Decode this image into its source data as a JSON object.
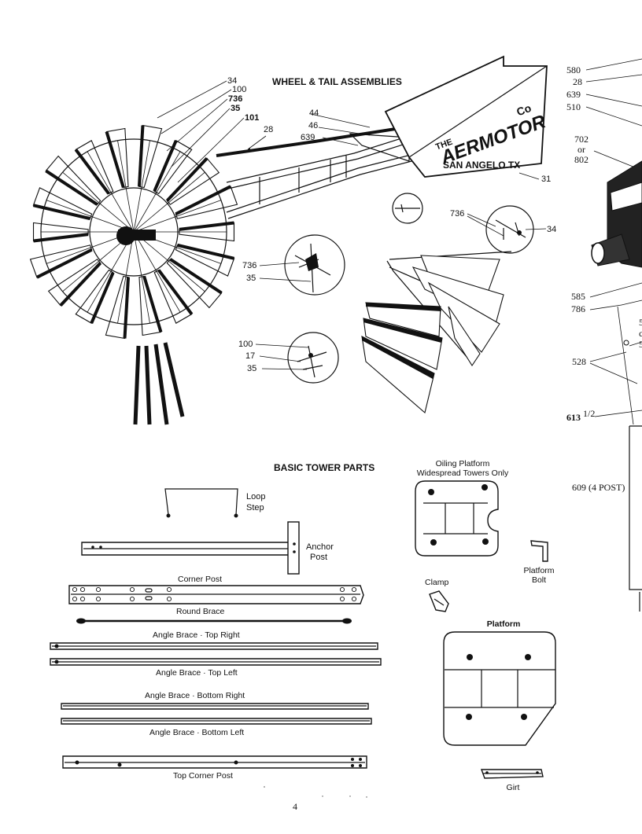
{
  "headings": {
    "wheel_tail": "WHEEL & TAIL ASSEMBLIES",
    "basic_tower": "BASIC TOWER PARTS"
  },
  "tail_vane": {
    "brand_the": "THE",
    "brand_name": "AERMOTOR",
    "brand_mark": "Co",
    "brand_city": "SAN ANGELO TX"
  },
  "wheel_callouts": [
    "34",
    "100",
    "736",
    "35",
    "101",
    "28"
  ],
  "tail_callouts": [
    "44",
    "46",
    "639",
    "31"
  ],
  "detail_callouts": {
    "upper_right_736": "736",
    "upper_right_34": "34",
    "mid_736": "736",
    "mid_35": "35",
    "lower_100": "100",
    "lower_17": "17",
    "lower_35": "35"
  },
  "right_callouts": {
    "c580": "580",
    "c28": "28",
    "c639": "639",
    "c510": "510",
    "c702": "702",
    "or": "or",
    "c802": "802",
    "c585": "585",
    "c786": "786",
    "c528": "528",
    "c613": "613",
    "c613_sup": "1/2",
    "c609": "609 (4 POST)"
  },
  "tower_parts": {
    "loop_step": [
      "Loop",
      "Step"
    ],
    "anchor_post": [
      "Anchor",
      "Post"
    ],
    "corner_post": "Corner Post",
    "round_brace": "Round Brace",
    "angle_top_right": "Angle Brace · Top Right",
    "angle_top_left": "Angle Brace · Top Left",
    "angle_bottom_right": "Angle Brace · Bottom Right",
    "angle_bottom_left": "Angle Brace · Bottom Left",
    "top_corner_post": "Top Corner Post"
  },
  "platform_parts": {
    "oiling_platform": [
      "Oiling Platform",
      "Widespread Towers Only"
    ],
    "platform_bolt": [
      "Platform",
      "Bolt"
    ],
    "clamp": "Clamp",
    "platform": "Platform",
    "girt": "Girt"
  },
  "page_number": "4"
}
